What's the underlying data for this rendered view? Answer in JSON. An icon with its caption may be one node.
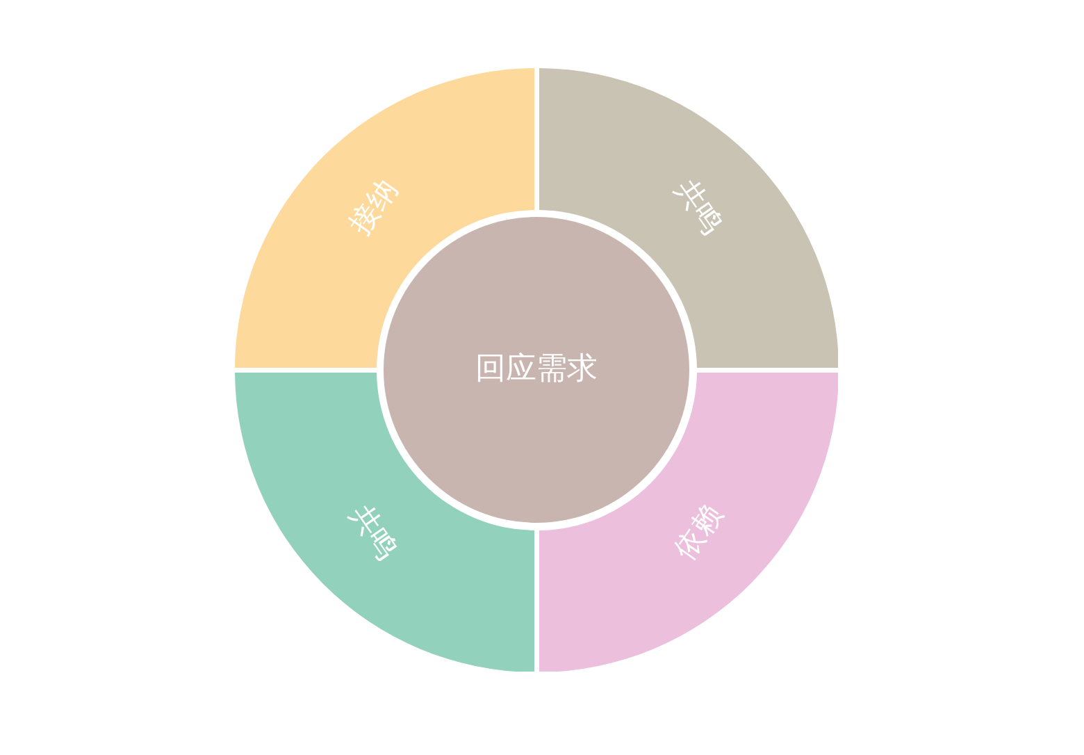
{
  "diagram": {
    "nodes": [
      {
        "text": [
          "接纳"
        ]
      },
      {
        "text": [
          "共鸣"
        ]
      },
      {
        "text": [
          "回应需求"
        ]
      },
      {
        "text": [
          "共鸣"
        ]
      },
      {
        "text": [
          "依赖"
        ]
      }
    ]
  }
}
